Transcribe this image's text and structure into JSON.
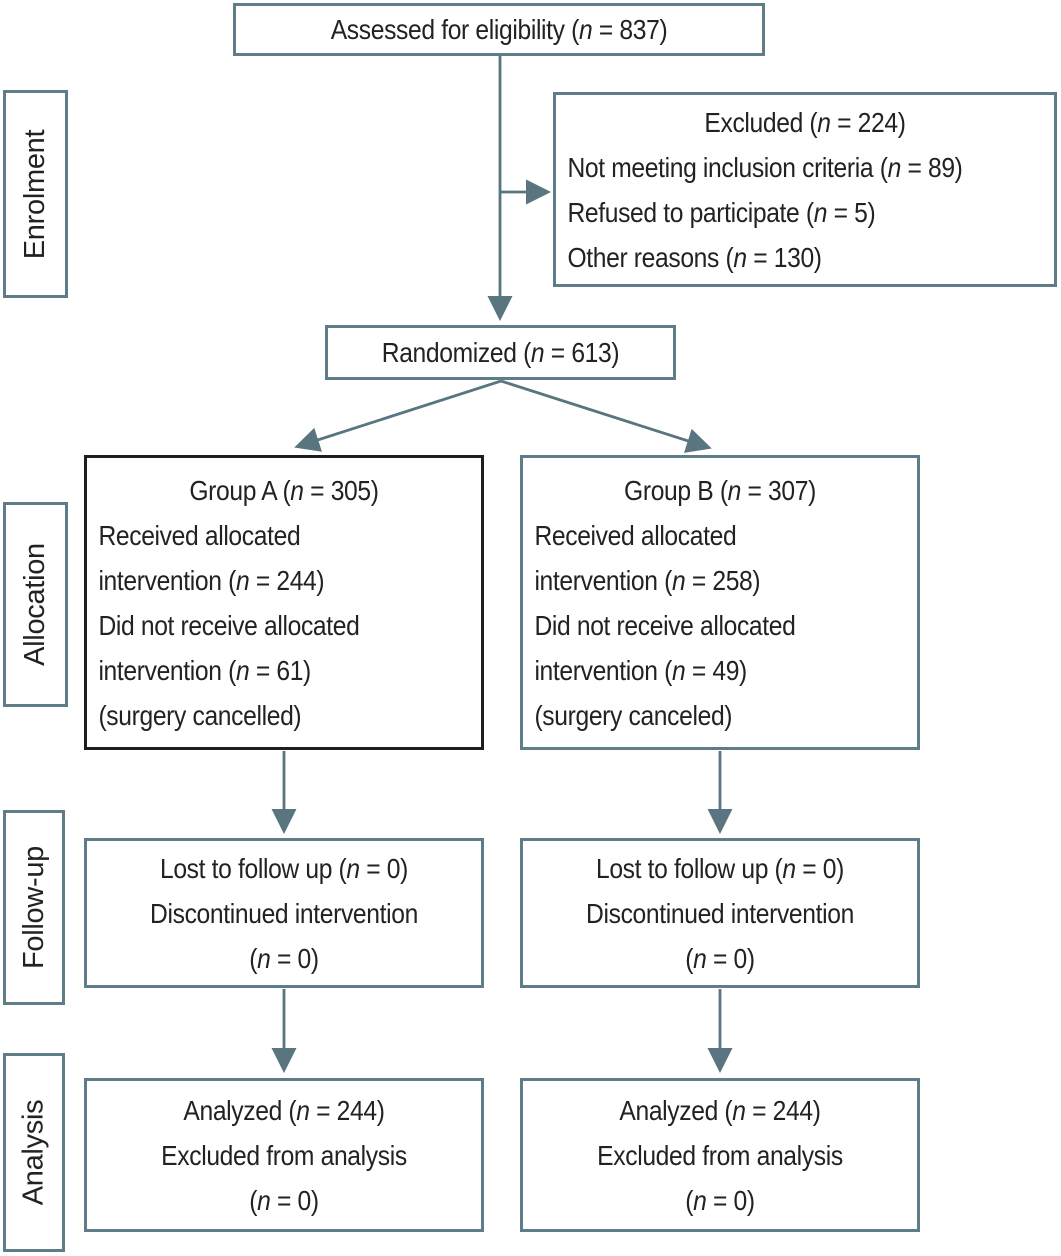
{
  "palette": {
    "box_border": "#5f7d88",
    "label_border": "#5f7d88",
    "arrow_color": "#587580",
    "group_a_border": "#1e1e1e",
    "text_color": "#222222",
    "background": "#ffffff"
  },
  "stage_labels": [
    "Enrolment",
    "Allocation",
    "Follow-up",
    "Analysis"
  ],
  "boxes": {
    "assessed": {
      "text": "Assessed for eligibility (n = 837)"
    },
    "excluded": {
      "title": "Excluded (n = 224)",
      "lines": [
        "Not meeting inclusion criteria (n = 89)",
        "Refused to participate (n = 5)",
        "Other reasons (n = 130)"
      ]
    },
    "randomized": {
      "text": "Randomized (n = 613)"
    },
    "group_a": {
      "title": "Group A (n = 305)",
      "lines": [
        "Received allocated",
        "intervention (n = 244)",
        "Did not receive allocated",
        "intervention (n = 61)",
        "(surgery cancelled)"
      ]
    },
    "group_b": {
      "title": "Group B (n = 307)",
      "lines": [
        "Received allocated",
        "intervention (n = 258)",
        "Did not receive allocated",
        "intervention (n = 49)",
        "(surgery canceled)"
      ]
    },
    "followup_a": {
      "lines": [
        "Lost to follow up (n = 0)",
        "Discontinued intervention",
        "(n = 0)"
      ]
    },
    "followup_b": {
      "lines": [
        "Lost to follow up (n = 0)",
        "Discontinued intervention",
        "(n = 0)"
      ]
    },
    "analysis_a": {
      "lines": [
        "Analyzed (n = 244)",
        "Excluded from analysis",
        "(n = 0)"
      ]
    },
    "analysis_b": {
      "lines": [
        "Analyzed (n = 244)",
        "Excluded from analysis",
        "(n = 0)"
      ]
    }
  }
}
